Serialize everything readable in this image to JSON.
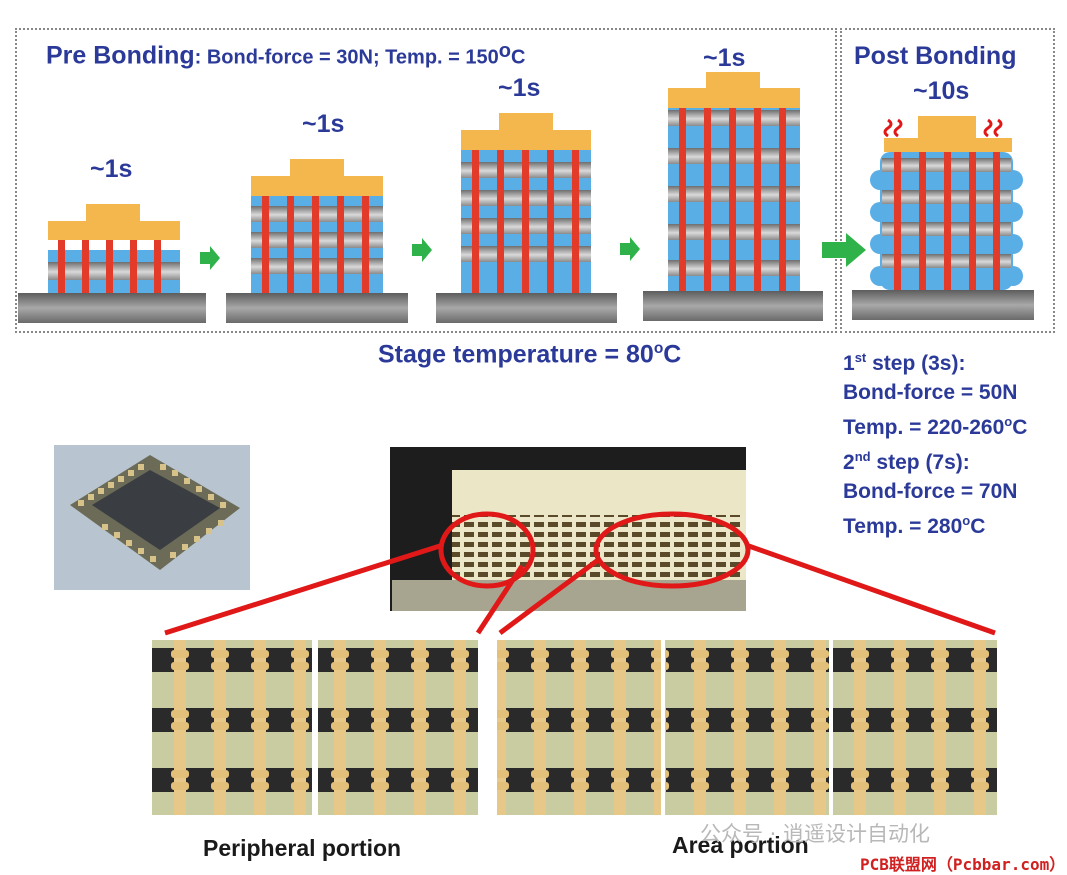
{
  "pre_bonding": {
    "label": "Pre Bonding",
    "params": ": Bond-force  = 30N;  Temp. = 150",
    "deg": "o",
    "unit": "C",
    "step_times": [
      "~1s",
      "~1s",
      "~1s",
      "~1s"
    ]
  },
  "post_bonding": {
    "label": "Post Bonding",
    "time": "~10s",
    "step1_num": "1",
    "step1_sup": "st",
    "step1_rest": " step (3s):",
    "step1_force": "Bond-force = 50N",
    "step1_temp": "Temp. = 220-260",
    "step2_num": "2",
    "step2_sup": "nd",
    "step2_rest": " step (7s):",
    "step2_force": "Bond-force = 70N",
    "step2_temp": "Temp. = 280",
    "deg": "o",
    "unit": "C"
  },
  "stage": {
    "text": "Stage temperature = 80",
    "deg": "o",
    "unit": "C"
  },
  "captions": {
    "peripheral": "Peripheral portion",
    "area": "Area portion"
  },
  "watermark": {
    "wechat": "公众号 · 逍遥设计自动化",
    "site": "PCB联盟网（Pcbbar.com）"
  },
  "colors": {
    "title_blue": "#2b3a99",
    "solder_red": "#e23b2a",
    "die_gold": "#f3b74e",
    "underfill_blue": "#5aaee6",
    "arrow_green": "#2fb24a",
    "circle_red": "#e01818"
  }
}
